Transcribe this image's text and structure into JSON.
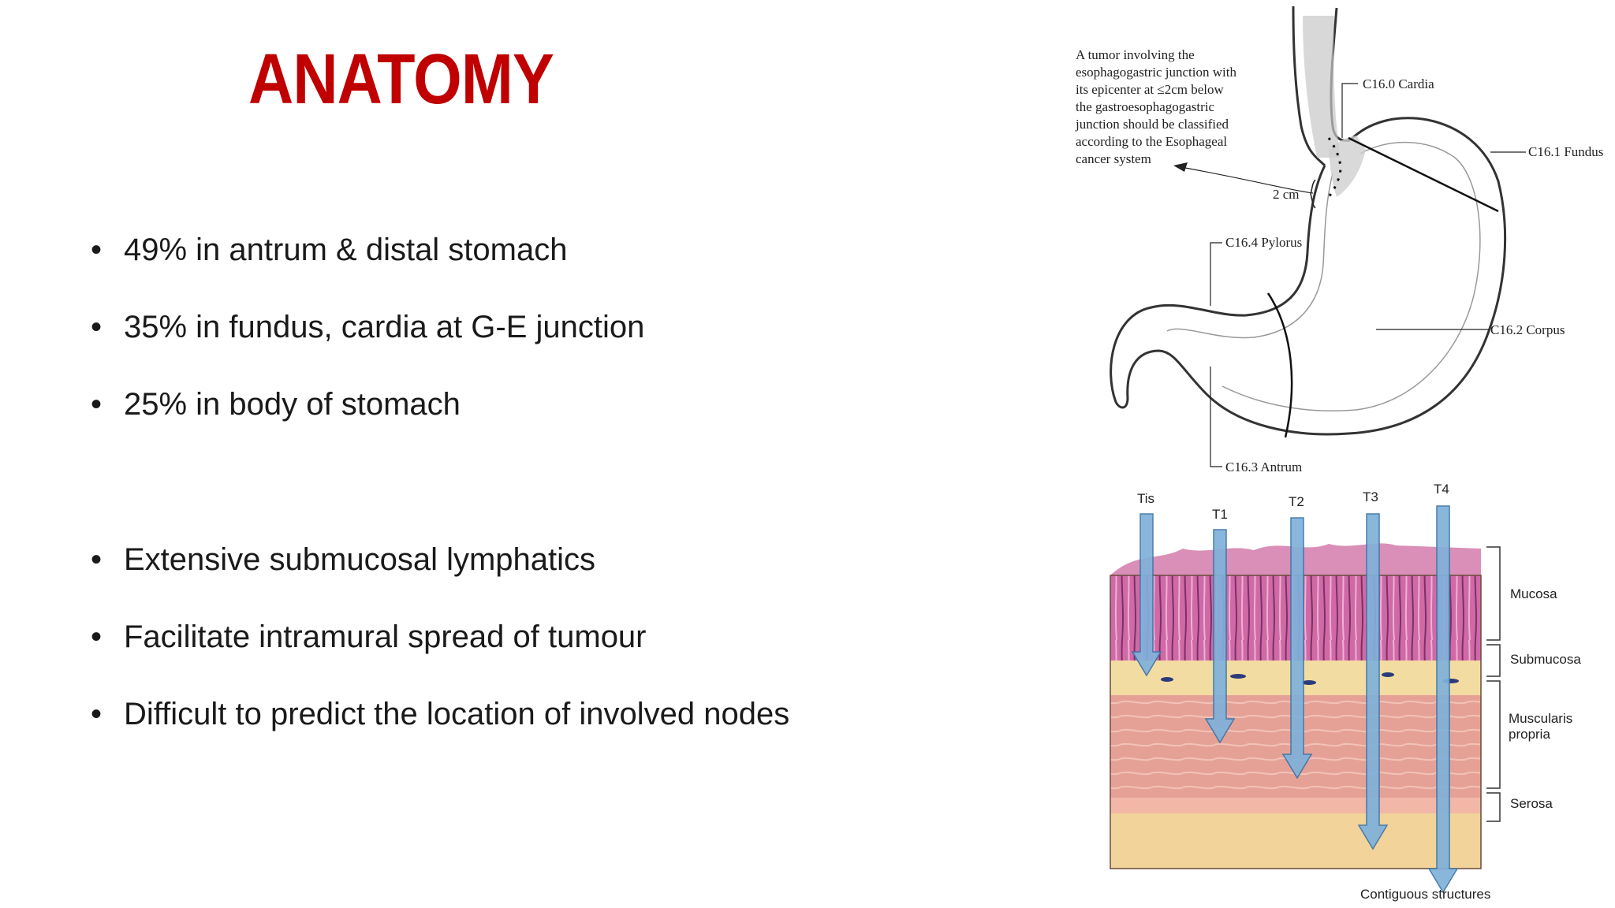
{
  "slide": {
    "title": "ANATOMY",
    "bullets": [
      "49% in antrum & distal stomach",
      "35% in fundus, cardia at G-E junction",
      "25%  in body of stomach",
      "Extensive submucosal lymphatics",
      "Facilitate intramural spread of tumour",
      "Difficult to predict the location of involved nodes"
    ]
  },
  "stomach_diagram": {
    "note_lines": [
      "A tumor involving the",
      "esophagogastric junction with",
      "its epicenter at ≤2cm below",
      "the gastroesophagogastric",
      "junction should be classified",
      "according to the Esophageal",
      "cancer system"
    ],
    "labels": {
      "cardia": "C16.0 Cardia",
      "fundus": "C16.1 Fundus",
      "corpus": "C16.2 Corpus",
      "antrum": "C16.3 Antrum",
      "pylorus": "C16.4 Pylorus",
      "distance": "2 cm"
    }
  },
  "wall_diagram": {
    "stages": [
      "Tis",
      "T1",
      "T2",
      "T3",
      "T4"
    ],
    "layers": [
      "Mucosa",
      "Submucosa",
      "Muscularis propria",
      "Serosa"
    ],
    "bottom_label": "Contiguous structures"
  }
}
